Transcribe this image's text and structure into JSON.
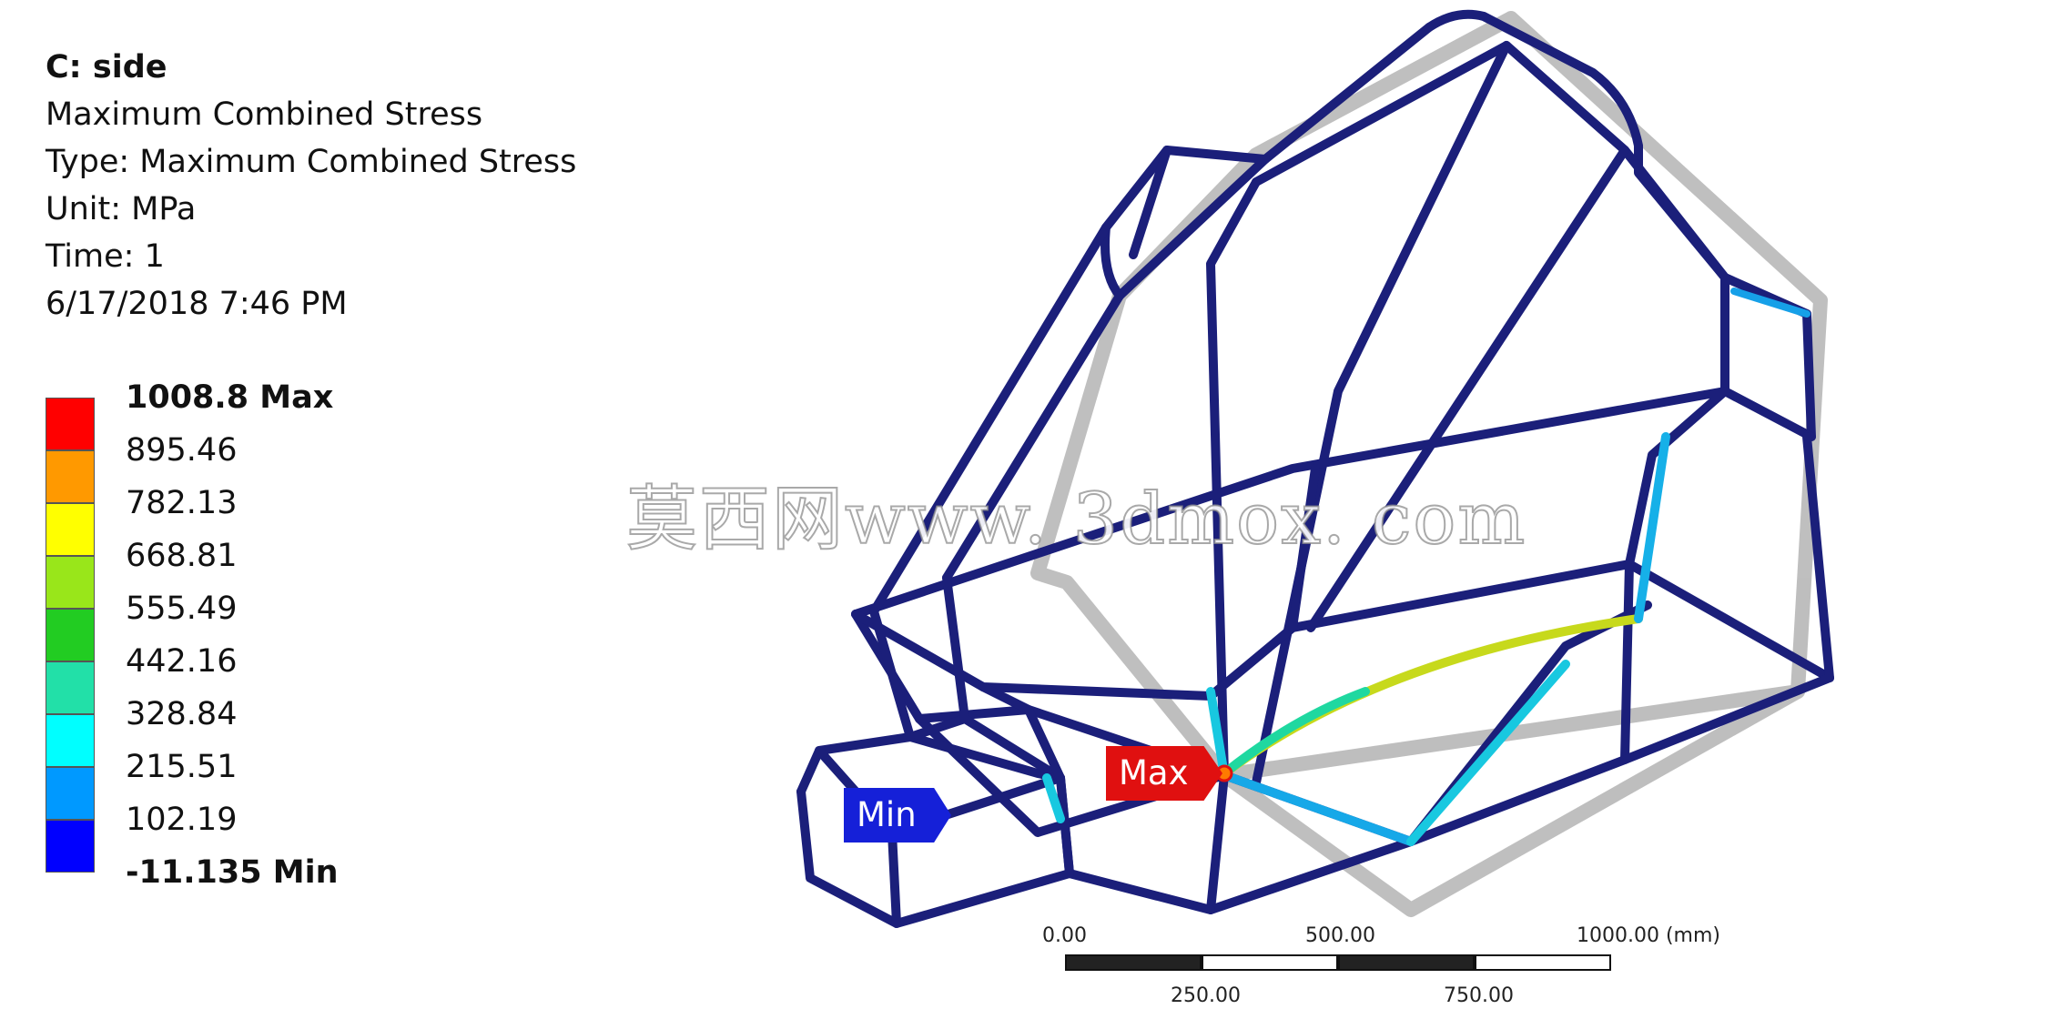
{
  "result": {
    "title": "C: side",
    "name": "Maximum Combined Stress",
    "type": "Type: Maximum Combined Stress",
    "unit": "Unit: MPa",
    "time": "Time: 1",
    "timestamp": "6/17/2018 7:46 PM"
  },
  "legend": {
    "labels": [
      "1008.8 Max",
      "895.46",
      "782.13",
      "668.81",
      "555.49",
      "442.16",
      "328.84",
      "215.51",
      "102.19",
      "-11.135 Min"
    ],
    "colors": [
      "#ff0000",
      "#ff9900",
      "#ffff00",
      "#99e61a",
      "#22cc22",
      "#22e0a8",
      "#00ffff",
      "#0099ff",
      "#0000ff"
    ]
  },
  "probes": {
    "max_label": "Max",
    "min_label": "Min"
  },
  "watermark": "莫西网www. 3dmox. com",
  "scale_bar": {
    "top_labels": [
      "0.00",
      "500.00",
      "1000.00 (mm)"
    ],
    "bottom_labels": [
      "250.00",
      "750.00"
    ]
  }
}
